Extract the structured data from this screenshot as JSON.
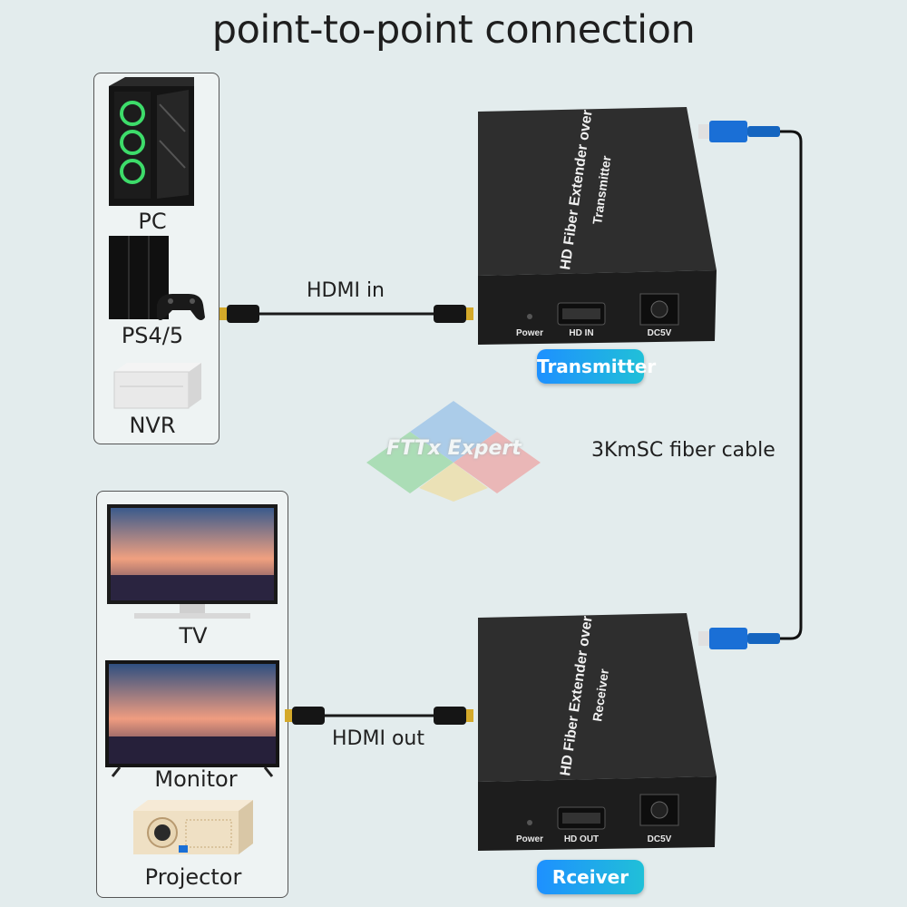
{
  "title": "point-to-point connection",
  "source_devices": [
    {
      "label": "PC",
      "icon": "pc-tower-icon"
    },
    {
      "label": "PS4/5",
      "icon": "game-console-icon"
    },
    {
      "label": "NVR",
      "icon": "nvr-icon"
    }
  ],
  "display_devices": [
    {
      "label": "TV",
      "icon": "tv-icon"
    },
    {
      "label": "Monitor",
      "icon": "monitor-icon"
    },
    {
      "label": "Projector",
      "icon": "projector-icon"
    }
  ],
  "cables": {
    "hdmi_in": "HDMI in",
    "hdmi_out": "HDMI out",
    "fiber": "3KmSC fiber cable"
  },
  "transmitter": {
    "top_line1": "HD Fiber Extender over TCP/IP",
    "top_line2": "Transmitter",
    "ports": {
      "power": "Power",
      "hdmi": "HD IN",
      "dc": "DC5V"
    },
    "badge": "Transmitter"
  },
  "receiver": {
    "top_line1": "HD Fiber Extender over TCP/IP",
    "top_line2": "Receiver",
    "ports": {
      "power": "Power",
      "hdmi": "HD OUT",
      "dc": "DC5V"
    },
    "badge": "Rceiver"
  },
  "watermark": "FTTx Expert",
  "colors": {
    "badge_start": "#1e90ff",
    "badge_end": "#20c0d8",
    "sc_connector": "#1a6fd6",
    "hdmi_gold": "#d4a92a"
  }
}
